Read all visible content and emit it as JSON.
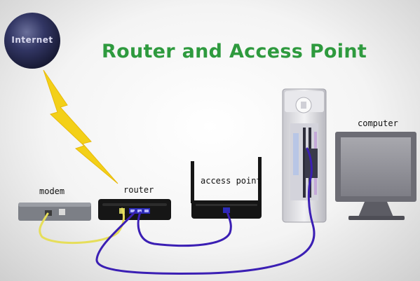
{
  "title": "Router and Access Point",
  "labels": {
    "internet": "Internet",
    "modem": "modem",
    "router": "router",
    "access_point": "access point",
    "computer": "computer"
  },
  "colors": {
    "title": "#2e9a3e",
    "lightning": "#f3d018",
    "yellow_cable": "#e6de5a",
    "blue_cable": "#3b1fb4",
    "globe": "#2b2f58"
  }
}
